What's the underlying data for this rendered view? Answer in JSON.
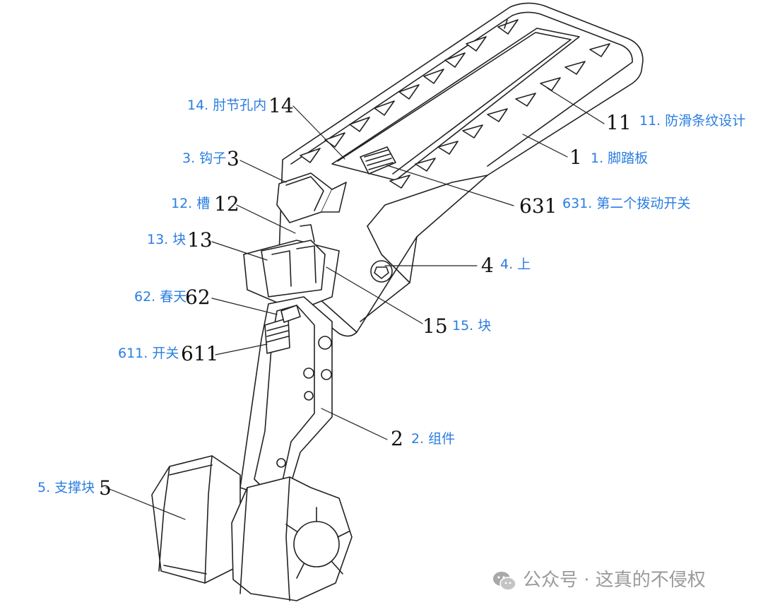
{
  "callouts": [
    {
      "id": "14",
      "number": "14",
      "text": "14. 肘节孔内"
    },
    {
      "id": "3",
      "number": "3",
      "text": "3. 钩子"
    },
    {
      "id": "12",
      "number": "12",
      "text": "12. 槽"
    },
    {
      "id": "13",
      "number": "13",
      "text": "13. 块"
    },
    {
      "id": "62",
      "number": "62",
      "text": "62. 春天"
    },
    {
      "id": "611",
      "number": "611",
      "text": "611. 开关"
    },
    {
      "id": "5",
      "number": "5",
      "text": "5. 支撑块"
    },
    {
      "id": "11",
      "number": "11",
      "text": "11. 防滑条纹设计"
    },
    {
      "id": "1",
      "number": "1",
      "text": "1. 脚踏板"
    },
    {
      "id": "631",
      "number": "631",
      "text": "631. 第二个拨动开关"
    },
    {
      "id": "4",
      "number": "4",
      "text": "4. 上"
    },
    {
      "id": "15",
      "number": "15",
      "text": "15. 块"
    },
    {
      "id": "2",
      "number": "2",
      "text": "2. 组件"
    }
  ],
  "watermark": {
    "text": "公众号 · 这真的不侵权",
    "icon": "wechat-icon"
  }
}
